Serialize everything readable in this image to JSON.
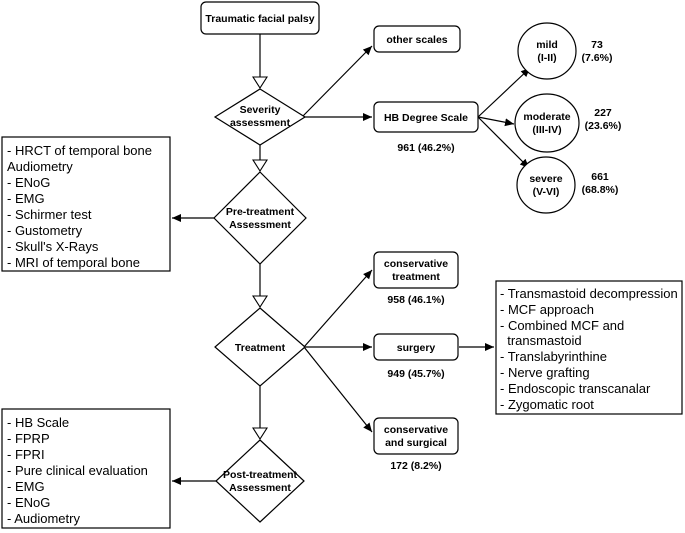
{
  "nodes": {
    "start": "Traumatic facial palsy",
    "severity": [
      "Severity",
      "assessment"
    ],
    "pretreatment": [
      "Pre-treatment",
      "Assessment"
    ],
    "treatment": "Treatment",
    "posttreatment": [
      "Post-treatment",
      "Assessment"
    ],
    "other_scales": "other scales",
    "hb_scale": "HB Degree Scale",
    "hb_count": "961 (46.2%)",
    "mild": [
      "mild",
      "(I-II)"
    ],
    "mild_count": [
      "73",
      "(7.6%)"
    ],
    "moderate": [
      "moderate",
      "(III-IV)"
    ],
    "moderate_count": [
      "227",
      "(23.6%)"
    ],
    "severe": [
      "severe",
      "(V-VI)"
    ],
    "severe_count": [
      "661",
      "(68.8%)"
    ],
    "conservative": [
      "conservative",
      "treatment"
    ],
    "conservative_count": "958 (46.1%)",
    "surgery": "surgery",
    "surgery_count": "949 (45.7%)",
    "cons_surg": [
      "conservative",
      "and surgical"
    ],
    "cons_surg_count": "172 (8.2%)"
  },
  "lists": {
    "pretreatment_tests": [
      "- HRCT of temporal bone",
      "Audiometry",
      "- ENoG",
      "- EMG",
      "- Schirmer test",
      "- Gustometry",
      "- Skull's X-Rays",
      "- MRI of temporal bone"
    ],
    "surgery_types": [
      "- Transmastoid decompression",
      "- MCF approach",
      "- Combined MCF and",
      "  transmastoid",
      "- Translabyrinthine",
      "- Nerve grafting",
      "- Endoscopic transcanalar",
      "- Zygomatic root"
    ],
    "posttreatment_tests": [
      "- HB Scale",
      "- FPRP",
      "- FPRI",
      "- Pure clinical evaluation",
      "- EMG",
      "- ENoG",
      "- Audiometry"
    ]
  }
}
